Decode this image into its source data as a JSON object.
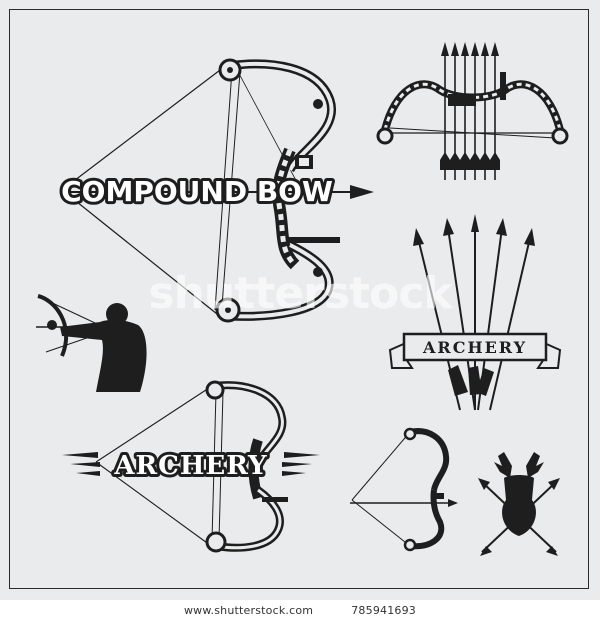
{
  "labels": {
    "compound_bow": "COMPOUND BOW",
    "archery_right": "ARCHERY",
    "archery_left": "ARCHERY"
  },
  "watermark": "shutterstock",
  "footer": {
    "site": "www.shutterstock.com",
    "image_id": "785941693"
  },
  "colors": {
    "background": "#e9ebec",
    "ink": "#1e1e1e",
    "accent": "#ffffff"
  },
  "icons": [
    "compound-bow-icon",
    "arrow-icon",
    "archer-silhouette-icon",
    "deer-head-icon",
    "ribbon-banner-icon"
  ]
}
